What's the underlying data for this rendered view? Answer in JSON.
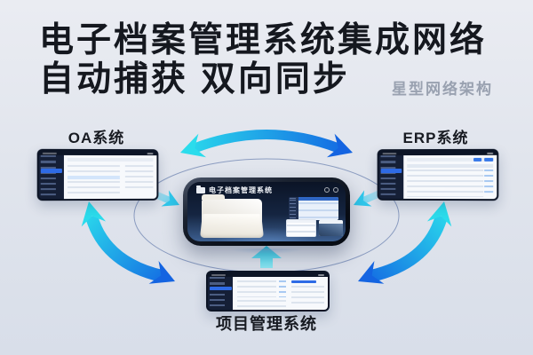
{
  "header": {
    "title_line1": "电子档案管理系统集成网络",
    "title_line2": "自动捕获 双向同步",
    "subtitle": "星型网络架构"
  },
  "diagram": {
    "center_device": {
      "title": "电子档案管理系统",
      "icons": [
        "folder-icon",
        "window-control-dots"
      ],
      "content_icons": [
        "archive-folder-icon",
        "window-thumbnail",
        "window-thumbnail",
        "window-thumbnail"
      ]
    },
    "nodes": [
      {
        "id": "oa",
        "label": "OA系统"
      },
      {
        "id": "erp",
        "label": "ERP系统"
      },
      {
        "id": "project",
        "label": "项目管理系统"
      }
    ],
    "arrows": [
      {
        "name": "arrow-oa-erp",
        "between": [
          "OA系统",
          "ERP系统"
        ],
        "style": "bidirectional-curved"
      },
      {
        "name": "arrow-oa-project",
        "between": [
          "OA系统",
          "项目管理系统"
        ],
        "style": "bidirectional-curved"
      },
      {
        "name": "arrow-erp-project",
        "between": [
          "ERP系统",
          "项目管理系统"
        ],
        "style": "bidirectional-curved"
      },
      {
        "name": "arrow-oa-to-center",
        "from": "OA系统",
        "to": "电子档案管理系统"
      },
      {
        "name": "arrow-erp-to-center",
        "from": "ERP系统",
        "to": "电子档案管理系统"
      },
      {
        "name": "arrow-project-to-center",
        "from": "项目管理系统",
        "to": "电子档案管理系统"
      }
    ]
  },
  "colors": {
    "background": "#e3e7ee",
    "title_text": "#15181f",
    "subtitle_text": "#99a1b0",
    "arrow_cyan": "#2BDCEC",
    "arrow_blue": "#1366E2",
    "sidebar_highlight": "#2E6BE6"
  }
}
